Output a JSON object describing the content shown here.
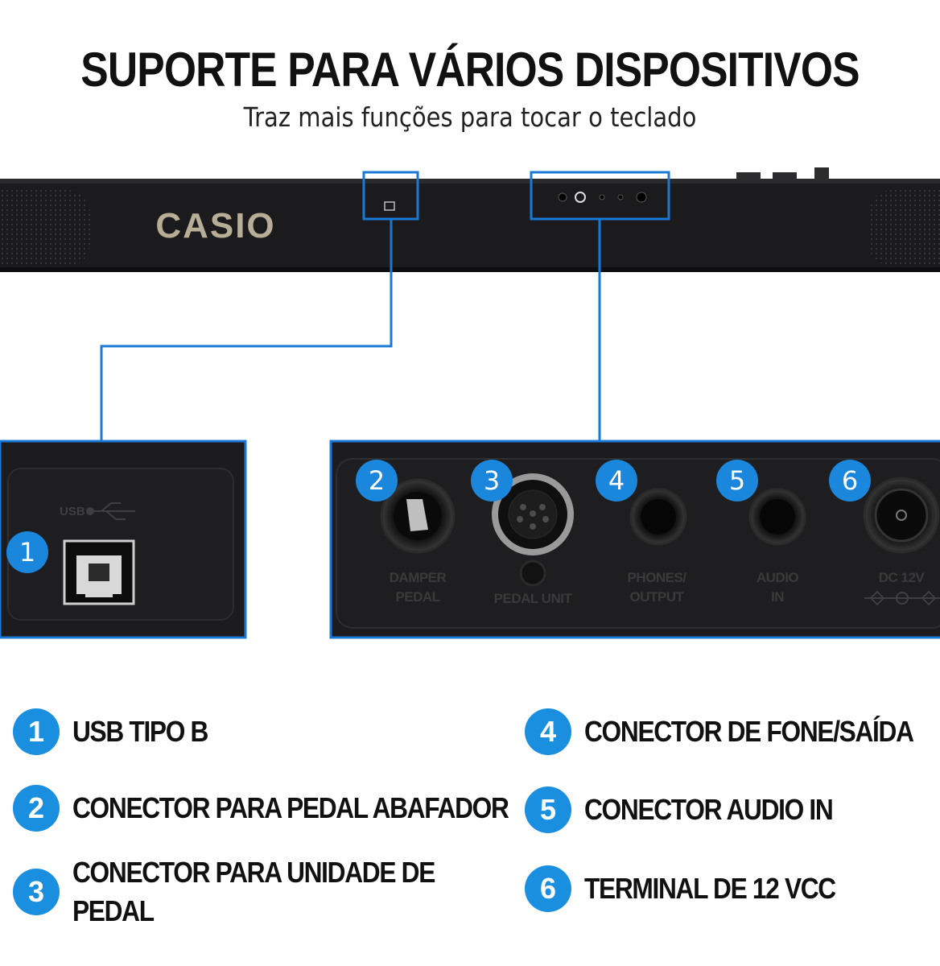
{
  "header": {
    "title": "SUPORTE PARA VÁRIOS DISPOSITIVOS",
    "subtitle": "Traz mais funções para tocar o teclado"
  },
  "device": {
    "brand": "CASIO",
    "usb_label": "USB",
    "port_labels": {
      "damper": [
        "DAMPER",
        "PEDAL"
      ],
      "pedal_unit": "PEDAL UNIT",
      "phones": [
        "PHONES/",
        "OUTPUT"
      ],
      "audio_in": [
        "AUDIO",
        "IN"
      ],
      "dc": "DC 12V"
    }
  },
  "callouts": [
    "1",
    "2",
    "3",
    "4",
    "5",
    "6"
  ],
  "legend": {
    "left": [
      {
        "num": "1",
        "label": "USB TIPO B"
      },
      {
        "num": "2",
        "label": "CONECTOR PARA PEDAL ABAFADOR"
      },
      {
        "num": "3",
        "label_line1": "CONECTOR PARA UNIDADE DE",
        "label_line2": "PEDAL"
      }
    ],
    "right": [
      {
        "num": "4",
        "label": "CONECTOR DE FONE/SAÍDA"
      },
      {
        "num": "5",
        "label": "CONECTOR AUDIO IN"
      },
      {
        "num": "6",
        "label": "TERMINAL DE 12 VCC"
      }
    ]
  },
  "colors": {
    "accent": "#1a8fe0",
    "frame": "#1a78d6",
    "panel": "#1c1c1e",
    "bar": "#161618"
  }
}
